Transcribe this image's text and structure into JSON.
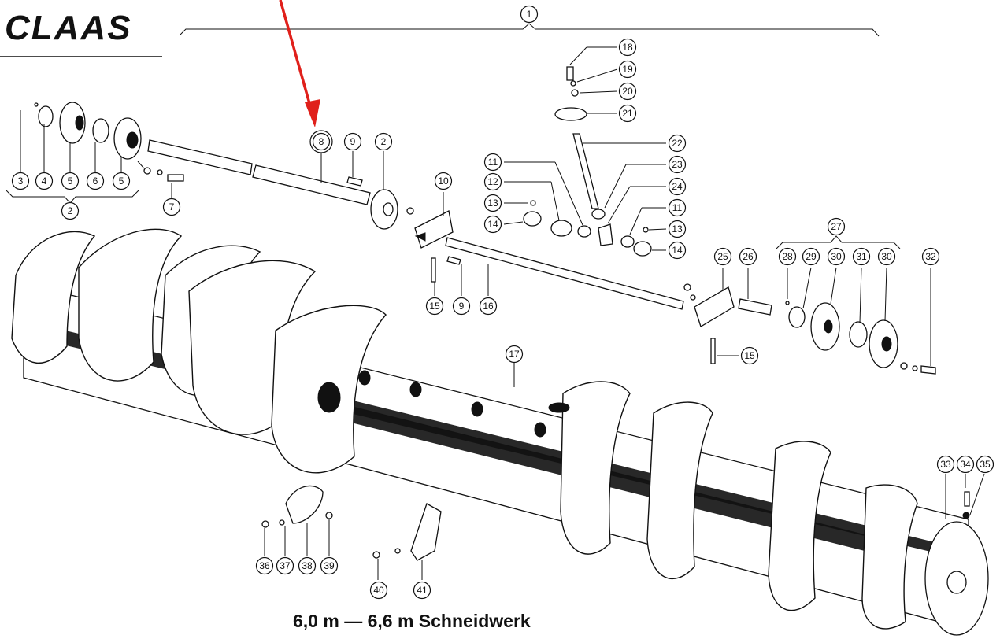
{
  "brand": {
    "logo_text": "CLAAS"
  },
  "caption": "6,0 m — 6,6 m Schneidwerk",
  "highlight_color": "#9bbb3c",
  "arrow_color": "#e0201b",
  "callouts": [
    {
      "id": "c1",
      "label": "1"
    },
    {
      "id": "c2a",
      "label": "2"
    },
    {
      "id": "c2b",
      "label": "2"
    },
    {
      "id": "c3",
      "label": "3"
    },
    {
      "id": "c4",
      "label": "4"
    },
    {
      "id": "c5a",
      "label": "5"
    },
    {
      "id": "c6",
      "label": "6"
    },
    {
      "id": "c5b",
      "label": "5"
    },
    {
      "id": "c7",
      "label": "7"
    },
    {
      "id": "c8",
      "label": "8",
      "highlight": true
    },
    {
      "id": "c9a",
      "label": "9"
    },
    {
      "id": "c9b",
      "label": "9"
    },
    {
      "id": "c10",
      "label": "10"
    },
    {
      "id": "c11a",
      "label": "11"
    },
    {
      "id": "c11b",
      "label": "11"
    },
    {
      "id": "c12",
      "label": "12"
    },
    {
      "id": "c13a",
      "label": "13"
    },
    {
      "id": "c13b",
      "label": "13"
    },
    {
      "id": "c14a",
      "label": "14"
    },
    {
      "id": "c14b",
      "label": "14"
    },
    {
      "id": "c15a",
      "label": "15"
    },
    {
      "id": "c15b",
      "label": "15"
    },
    {
      "id": "c16",
      "label": "16"
    },
    {
      "id": "c17",
      "label": "17"
    },
    {
      "id": "c18",
      "label": "18"
    },
    {
      "id": "c19",
      "label": "19"
    },
    {
      "id": "c20",
      "label": "20"
    },
    {
      "id": "c21",
      "label": "21"
    },
    {
      "id": "c22",
      "label": "22"
    },
    {
      "id": "c23",
      "label": "23"
    },
    {
      "id": "c24",
      "label": "24"
    },
    {
      "id": "c25",
      "label": "25"
    },
    {
      "id": "c26",
      "label": "26"
    },
    {
      "id": "c27",
      "label": "27"
    },
    {
      "id": "c28",
      "label": "28"
    },
    {
      "id": "c29",
      "label": "29"
    },
    {
      "id": "c30a",
      "label": "30"
    },
    {
      "id": "c31",
      "label": "31"
    },
    {
      "id": "c30b",
      "label": "30"
    },
    {
      "id": "c32",
      "label": "32"
    },
    {
      "id": "c33",
      "label": "33"
    },
    {
      "id": "c34",
      "label": "34"
    },
    {
      "id": "c35",
      "label": "35"
    },
    {
      "id": "c36",
      "label": "36"
    },
    {
      "id": "c37",
      "label": "37"
    },
    {
      "id": "c38",
      "label": "38"
    },
    {
      "id": "c39",
      "label": "39"
    },
    {
      "id": "c40",
      "label": "40"
    },
    {
      "id": "c41",
      "label": "41"
    }
  ]
}
